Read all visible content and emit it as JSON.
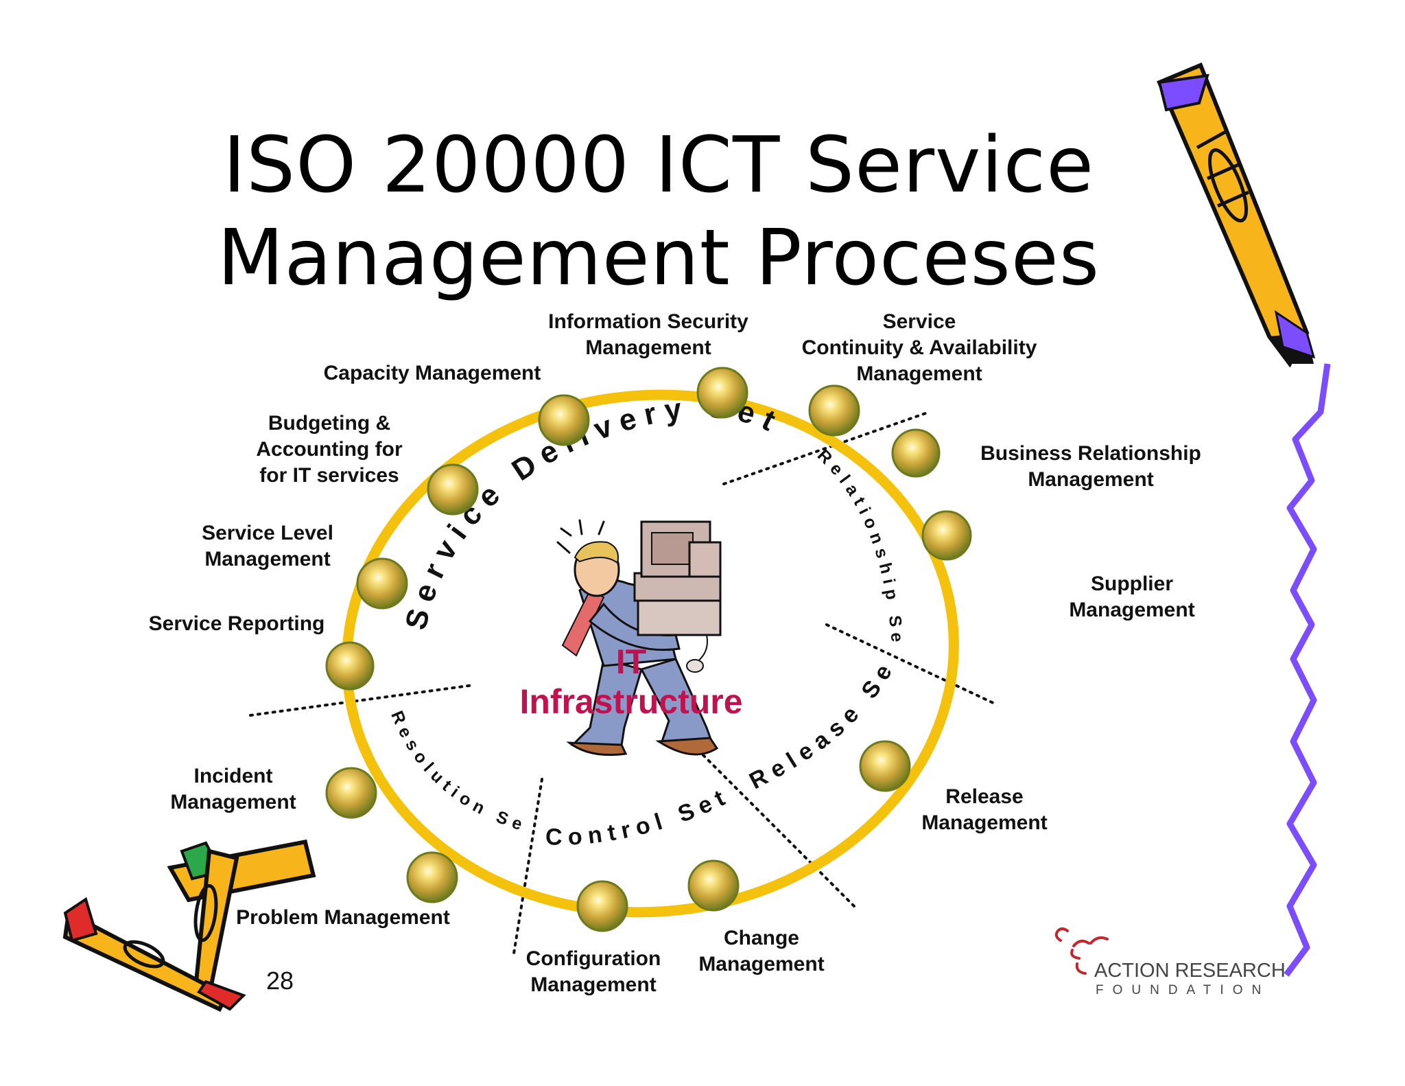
{
  "title": {
    "line1": "ISO 20000 ICT Service",
    "line2": "Management Proceses"
  },
  "center": {
    "line1": "IT",
    "line2": "Infrastructure"
  },
  "sets": {
    "service_delivery": "Service Delivery Set",
    "relationship": "Relationship Set",
    "release": "Release Set",
    "control": "Control Set",
    "resolution": "Resolution Set"
  },
  "processes": {
    "information_security": [
      "Information Security",
      "Management"
    ],
    "service_continuity": [
      "Service",
      "Continuity & Availability",
      "Management"
    ],
    "capacity": [
      "Capacity Management"
    ],
    "budgeting": [
      "Budgeting &",
      "Accounting for",
      "for IT services"
    ],
    "service_level": [
      "Service Level",
      "Management"
    ],
    "service_reporting": [
      "Service Reporting"
    ],
    "business_relationship": [
      "Business Relationship",
      "Management"
    ],
    "supplier": [
      "Supplier",
      "Management"
    ],
    "incident": [
      "Incident",
      "Management"
    ],
    "release": [
      "Release",
      "Management"
    ],
    "problem": [
      "Problem Management"
    ],
    "change": [
      "Change",
      "Management"
    ],
    "configuration": [
      "Configuration",
      "Management"
    ]
  },
  "page_number": "28",
  "logo": {
    "name": "ACTION RESEARCH",
    "sub": "FOUNDATION"
  },
  "colors": {
    "ring": "#f4c20d",
    "node": "#d9b429",
    "center_text": "#c0124e",
    "squiggle": "#7b4dff",
    "pencil_body": "#f7b51b"
  },
  "icons": {
    "top_right": "pencil-icon",
    "bottom_left": "crossed-pencils-icon",
    "center": "man-carrying-computer-icon",
    "logo": "action-research-logo-icon"
  }
}
